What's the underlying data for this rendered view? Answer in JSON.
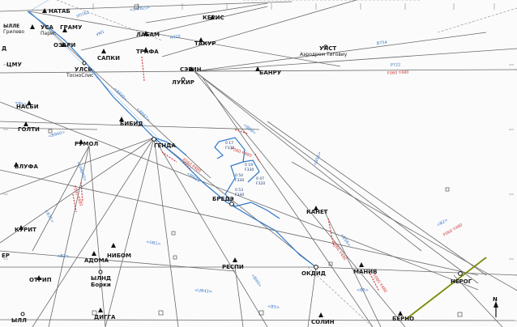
{
  "map": {
    "fixes": {
      "natab": "НАТАБ",
      "usa": "УСА",
      "paris": "Парис",
      "gramu": "ГРАМУ",
      "ozari": "ОЗАРИ",
      "sapki": "САПКИ",
      "labam": "ЛАБАМ",
      "trafa": "ТРАФА",
      "keris": "КЕРИС",
      "takur": "ТАКУР",
      "ulss_azerodrom": "УЛСТ",
      "ulss_azerodrom_sub": "Аэродром Тиговиу",
      "syegin": "СЭГИН",
      "lukir": "ЛУКИР",
      "banru": "БАНРУ",
      "uls": "УЛСЬ",
      "uls_sub": "ТосноСлис",
      "nasbi": "НАСБИ",
      "golti": "ГОЛТИ",
      "bibid": "БИБИД",
      "rumol": "РУМОЛ",
      "genda": "ГЕНДА",
      "blufa": "БЛУФА",
      "brdzh": "БРЕДЭ",
      "kanet": "КАНЕТ",
      "kurit": "КУРИТ",
      "adoma": "АДОМА",
      "nibom": "НИБОМ",
      "otrip": "ОТРИП",
      "blnd": "ЫЛНД",
      "blnd_sub": "Борки",
      "respi": "РЕСПИ",
      "okdid": "ОКДИД",
      "manil": "МАНИВ",
      "nerog": "НЕРОГ",
      "digga": "ДИГГА",
      "solin": "СОЛИН",
      "berno": "БЕРНО",
      "bll": "ЫЛЛ",
      "blle": "ЫЛЛЕ",
      "blle_sub": "Грилево",
      "er": "ЕР",
      "dmu": "ЦМУ",
      "d": "Д"
    },
    "compass_label": "N",
    "track_labels": [
      "0 17",
      "F330",
      "0 19",
      "F330",
      "0 47",
      "F320",
      "0 54",
      "F330",
      "0 53",
      "F340"
    ],
    "colors": {
      "airway": "#5a5a5a",
      "track": "#2f78c8",
      "route_text": "#3b78c8",
      "restricted": "#d23a3a",
      "boundary": "#9aa21a"
    }
  }
}
